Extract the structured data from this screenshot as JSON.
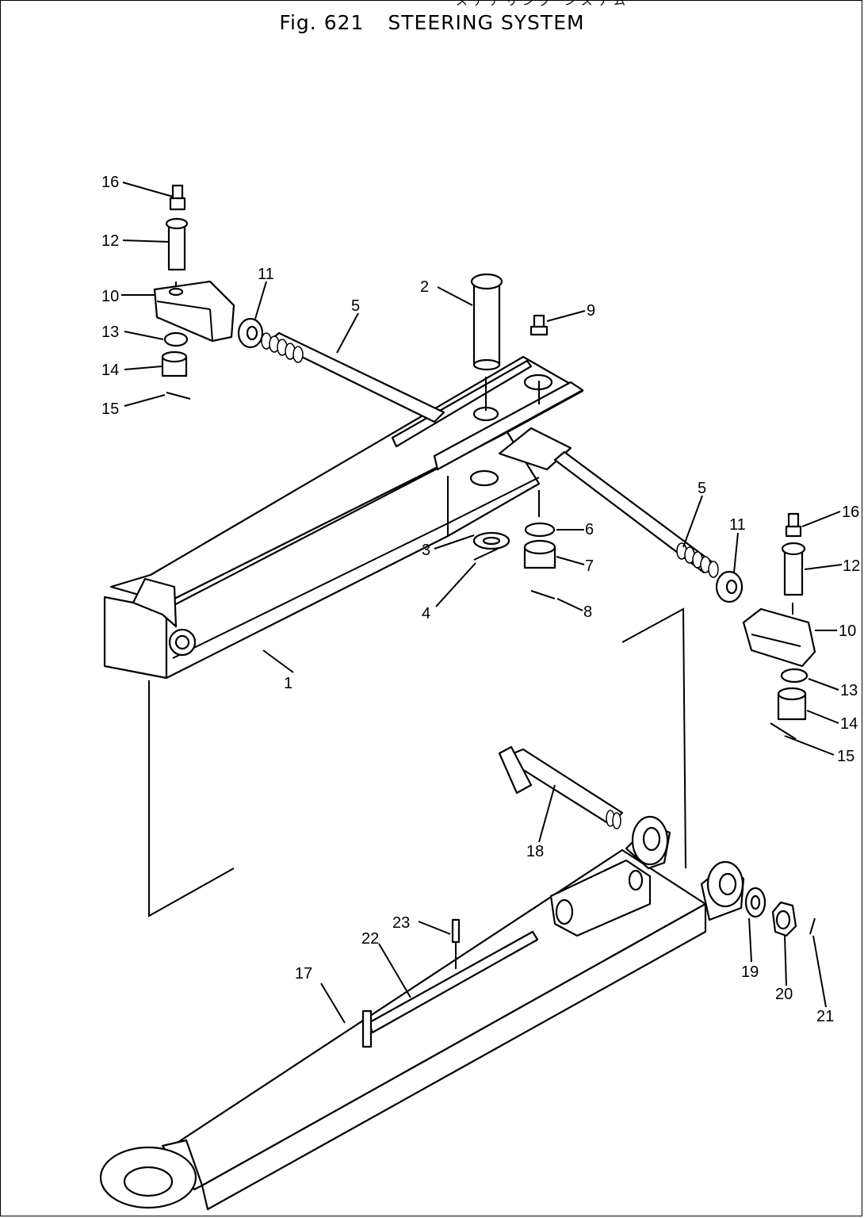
{
  "header": {
    "japanese_title": "ステアリング システム",
    "figure_number": "Fig. 621",
    "title": "STEERING SYSTEM"
  },
  "callouts": {
    "c1": "1",
    "c2": "2",
    "c3": "3",
    "c4": "4",
    "c5a": "5",
    "c5b": "5",
    "c6": "6",
    "c7": "7",
    "c8": "8",
    "c9": "9",
    "c10a": "10",
    "c10b": "10",
    "c11a": "11",
    "c11b": "11",
    "c12a": "12",
    "c12b": "12",
    "c13a": "13",
    "c13b": "13",
    "c14a": "14",
    "c14b": "14",
    "c15a": "15",
    "c15b": "15",
    "c16a": "16",
    "c16b": "16",
    "c17": "17",
    "c18": "18",
    "c19": "19",
    "c20": "20",
    "c21": "21",
    "c22": "22",
    "c23": "23"
  }
}
